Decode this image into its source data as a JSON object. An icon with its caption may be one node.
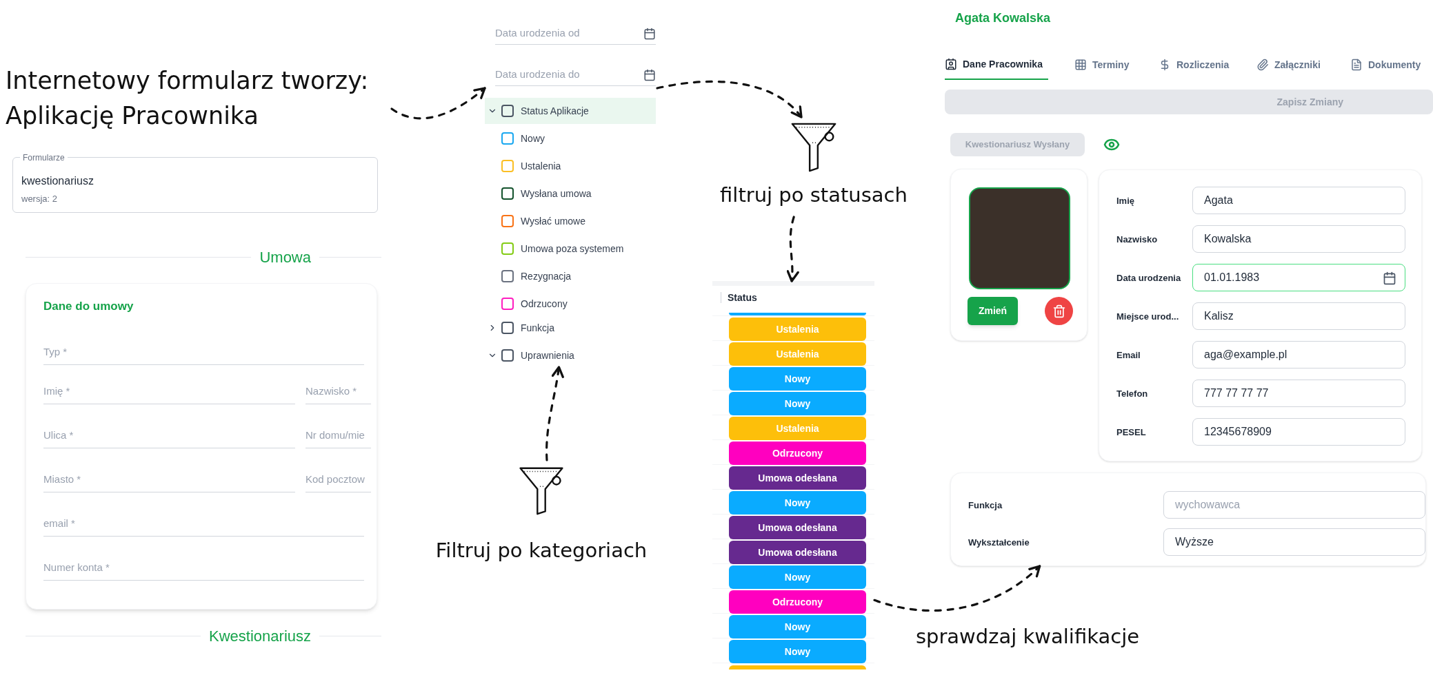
{
  "diagram": {
    "nodes": [
      {
        "text": [
          "Internetowy formularz tworzy: Aplikację Pracownika"
        ]
      },
      {
        "text": [
          "Umowa",
          "Kwestionariusz"
        ]
      },
      {
        "text": [
          "Formularze",
          "kwestionariusz",
          "wersja: 2"
        ],
        "in": 1
      },
      {
        "text": [
          "Dane do umowy",
          "Typ *",
          "Imię *",
          "Nazwisko *",
          "Ulica *",
          "Nr domu/mie",
          "Miasto *",
          "Kod pocztow",
          "email *",
          "Numer konta *"
        ],
        "in": 1
      },
      {
        "text": [
          "Data urodzenia od",
          "Data urodzenia do",
          "Status Aplikacje",
          "Nowy",
          "Ustalenia",
          "Wysłana umowa",
          "Wysłać umowe",
          "Umowa poza systemem",
          "Rezygnacja",
          "Odrzucony",
          "Funkcja",
          "Uprawnienia"
        ]
      },
      {
        "text": [
          "filtruj po statusach"
        ]
      },
      {
        "text": [
          "Status"
        ]
      },
      {
        "text": [
          "Ustalenia"
        ],
        "in": 6
      },
      {
        "text": [
          "Ustalenia"
        ],
        "in": 6
      },
      {
        "text": [
          "Nowy"
        ],
        "in": 6
      },
      {
        "text": [
          "Nowy"
        ],
        "in": 6
      },
      {
        "text": [
          "Ustalenia"
        ],
        "in": 6
      },
      {
        "text": [
          "Odrzucony"
        ],
        "in": 6
      },
      {
        "text": [
          "Umowa odesłana"
        ],
        "in": 6
      },
      {
        "text": [
          "Nowy"
        ],
        "in": 6
      },
      {
        "text": [
          "Umowa odesłana"
        ],
        "in": 6
      },
      {
        "text": [
          "Umowa odesłana"
        ],
        "in": 6
      },
      {
        "text": [
          "Nowy"
        ],
        "in": 6
      },
      {
        "text": [
          "Odrzucony"
        ],
        "in": 6
      },
      {
        "text": [
          "Nowy"
        ],
        "in": 6
      },
      {
        "text": [
          "Nowy"
        ],
        "in": 6
      },
      {
        "text": [
          "Filtruj po kategoriach"
        ]
      },
      {
        "text": [
          "Agata Kowalska",
          "Dane Pracownika",
          "Terminy",
          "Rozliczenia",
          "Załączniki",
          "Dokumenty"
        ]
      },
      {
        "text": [
          "Zapisz Zmiany"
        ],
        "in": 22
      },
      {
        "text": [
          "Kwestionariusz Wysłany"
        ],
        "in": 22
      },
      {
        "text": [],
        "shape": "box",
        "in": 22
      },
      {
        "text": [
          "Zmień"
        ],
        "in": 25
      },
      {
        "text": [
          "Imię",
          "Nazwisko",
          "Data urodzenia",
          "Miejsce urod...",
          "Email",
          "Telefon",
          "PESEL"
        ],
        "in": 22
      },
      {
        "text": [
          "Agata"
        ],
        "in": 27
      },
      {
        "text": [
          "Kowalska"
        ],
        "in": 27
      },
      {
        "text": [
          "01.01.1983"
        ],
        "in": 27
      },
      {
        "text": [
          "Kalisz"
        ],
        "in": 27
      },
      {
        "text": [
          "aga@example.pl"
        ],
        "in": 27
      },
      {
        "text": [
          "777 77 77 77"
        ],
        "in": 27
      },
      {
        "text": [
          "12345678909"
        ],
        "in": 27
      },
      {
        "text": [
          "Funkcja",
          "Wykształcenie"
        ],
        "in": 22
      },
      {
        "text": [
          "wychowawca"
        ],
        "in": 35
      },
      {
        "text": [
          "Wyższe"
        ],
        "in": 35
      }
    ],
    "edges": [
      {
        "from": 0,
        "to": 4,
        "arrow": "to",
        "style": "dashed"
      },
      {
        "from": 4,
        "to": 5,
        "arrow": "to",
        "style": "dashed"
      },
      {
        "from": 5,
        "to": 6,
        "arrow": "to",
        "style": "dashed"
      },
      {
        "from": 21,
        "to": 4,
        "arrow": "to",
        "style": "dashed"
      },
      {
        "from": 6,
        "to": 22,
        "arrow": "to",
        "style": "dashed",
        "label": "sprawdzaj kwalifikacje"
      }
    ]
  }
}
